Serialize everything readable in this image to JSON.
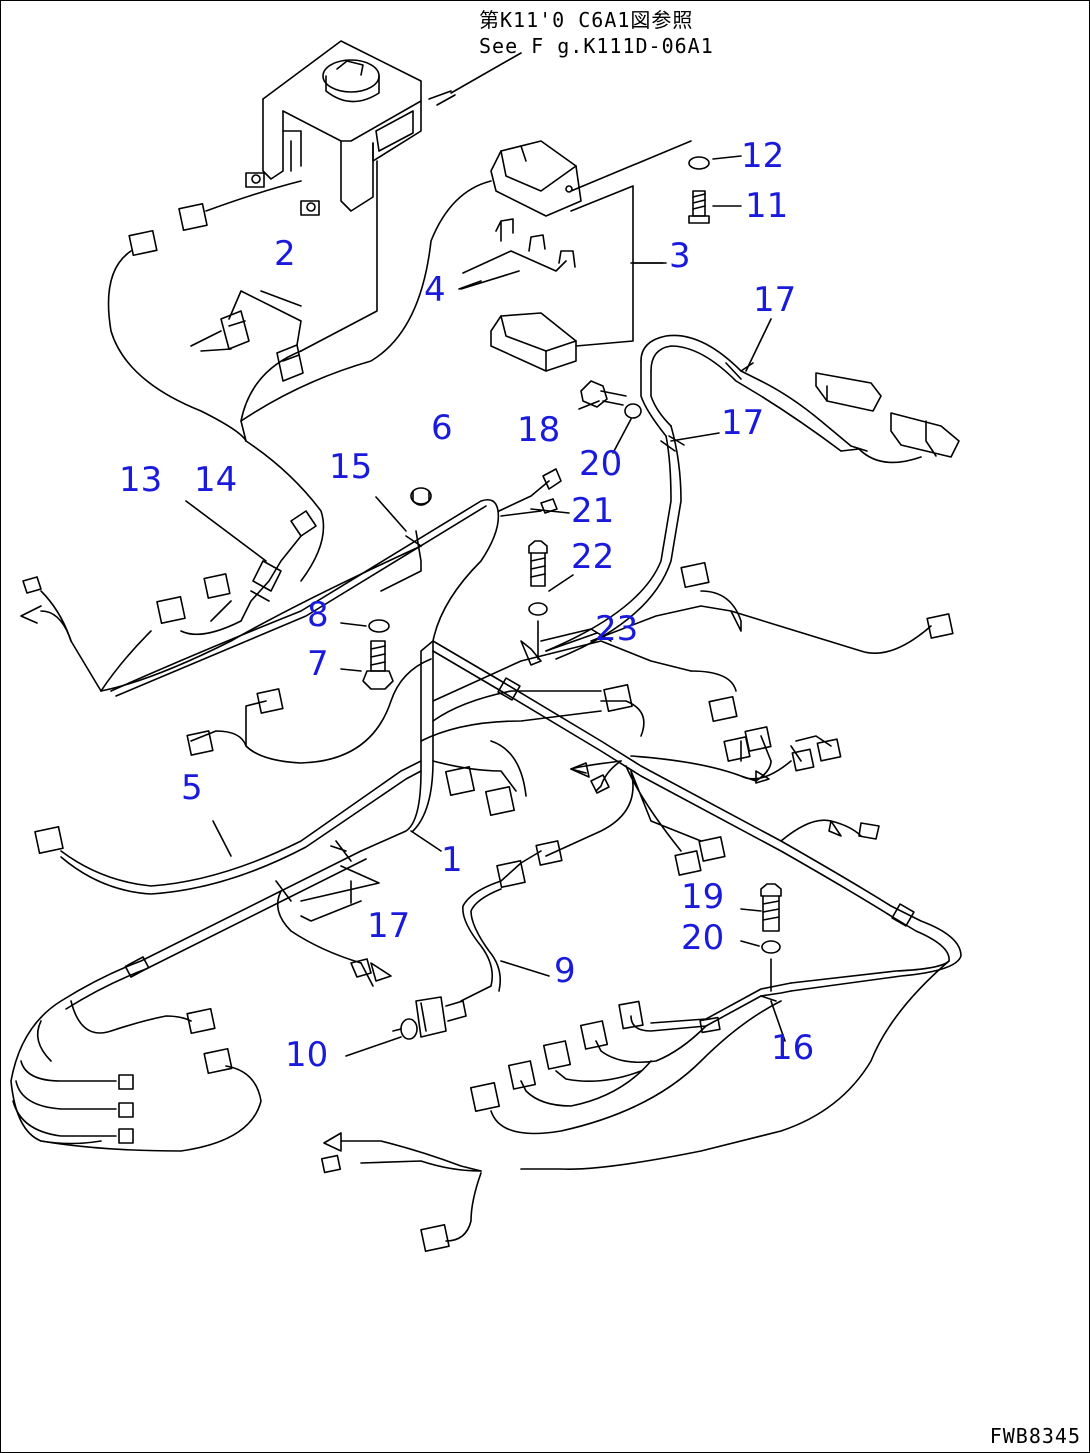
{
  "reference": {
    "jp": "第K11'0 C6A1図参照",
    "en": "See F g.K111D-06A1"
  },
  "drawing_code": "FWB8345",
  "colors": {
    "callout": "#1a1adc",
    "linework": "#000000"
  },
  "callouts": [
    {
      "id": "c12",
      "label": "12"
    },
    {
      "id": "c11",
      "label": "11"
    },
    {
      "id": "c2",
      "label": "2"
    },
    {
      "id": "c3",
      "label": "3"
    },
    {
      "id": "c4",
      "label": "4"
    },
    {
      "id": "c17a",
      "label": "17"
    },
    {
      "id": "c17b",
      "label": "17"
    },
    {
      "id": "c18",
      "label": "18"
    },
    {
      "id": "c20a",
      "label": "20"
    },
    {
      "id": "c6",
      "label": "6"
    },
    {
      "id": "c13",
      "label": "13"
    },
    {
      "id": "c14",
      "label": "14"
    },
    {
      "id": "c15",
      "label": "15"
    },
    {
      "id": "c21",
      "label": "21"
    },
    {
      "id": "c22",
      "label": "22"
    },
    {
      "id": "c8",
      "label": "8"
    },
    {
      "id": "c23",
      "label": "23"
    },
    {
      "id": "c7",
      "label": "7"
    },
    {
      "id": "c5",
      "label": "5"
    },
    {
      "id": "c1",
      "label": "1"
    },
    {
      "id": "c17c",
      "label": "17"
    },
    {
      "id": "c19",
      "label": "19"
    },
    {
      "id": "c20b",
      "label": "20"
    },
    {
      "id": "c9",
      "label": "9"
    },
    {
      "id": "c10",
      "label": "10"
    },
    {
      "id": "c16",
      "label": "16"
    }
  ]
}
